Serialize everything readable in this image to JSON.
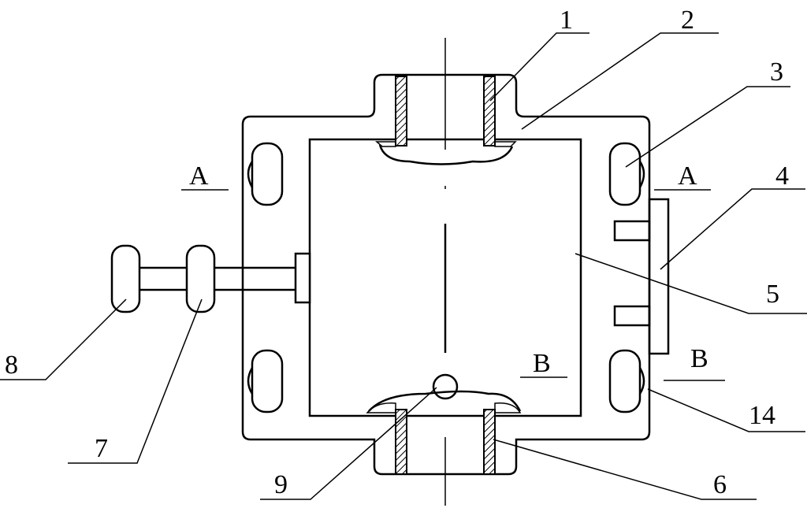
{
  "diagram": {
    "callouts": {
      "c1": "1",
      "c2": "2",
      "c3": "3",
      "c4": "4",
      "c5": "5",
      "c6": "6",
      "c7": "7",
      "c8": "8",
      "c9": "9",
      "c14": "14"
    },
    "section_marks": {
      "a_left": "A",
      "a_right": "A",
      "b_left": "B",
      "b_right": "B"
    }
  }
}
